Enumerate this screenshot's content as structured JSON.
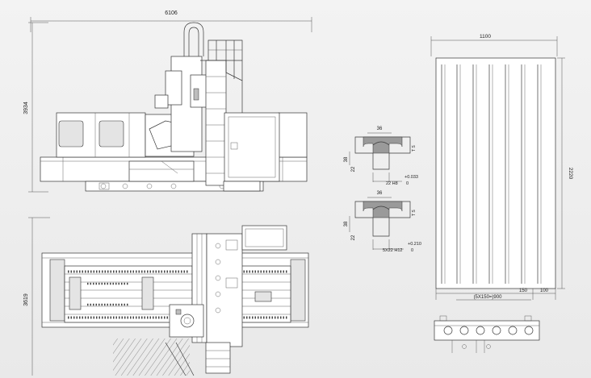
{
  "front_view": {
    "width_dim": "6106",
    "height_dim": "3934"
  },
  "top_view": {
    "depth_dim": "3619"
  },
  "slot_detail_1": {
    "top_width": "36",
    "depth": "38",
    "neck": "22",
    "fit": "22 H8",
    "tol_upper": "+0.033",
    "tol_lower": "0",
    "mark": "T S"
  },
  "slot_detail_2": {
    "top_width": "36",
    "depth": "38",
    "neck": "22",
    "fit": "5X22 H12",
    "tol_upper": "+0.210",
    "tol_lower": "0",
    "mark": "T S"
  },
  "table_plan": {
    "width_dim": "1100",
    "length_dim": "2220",
    "pitch_dim": "(5X150=)900",
    "edge_dim": "150",
    "end_dim": "100"
  }
}
